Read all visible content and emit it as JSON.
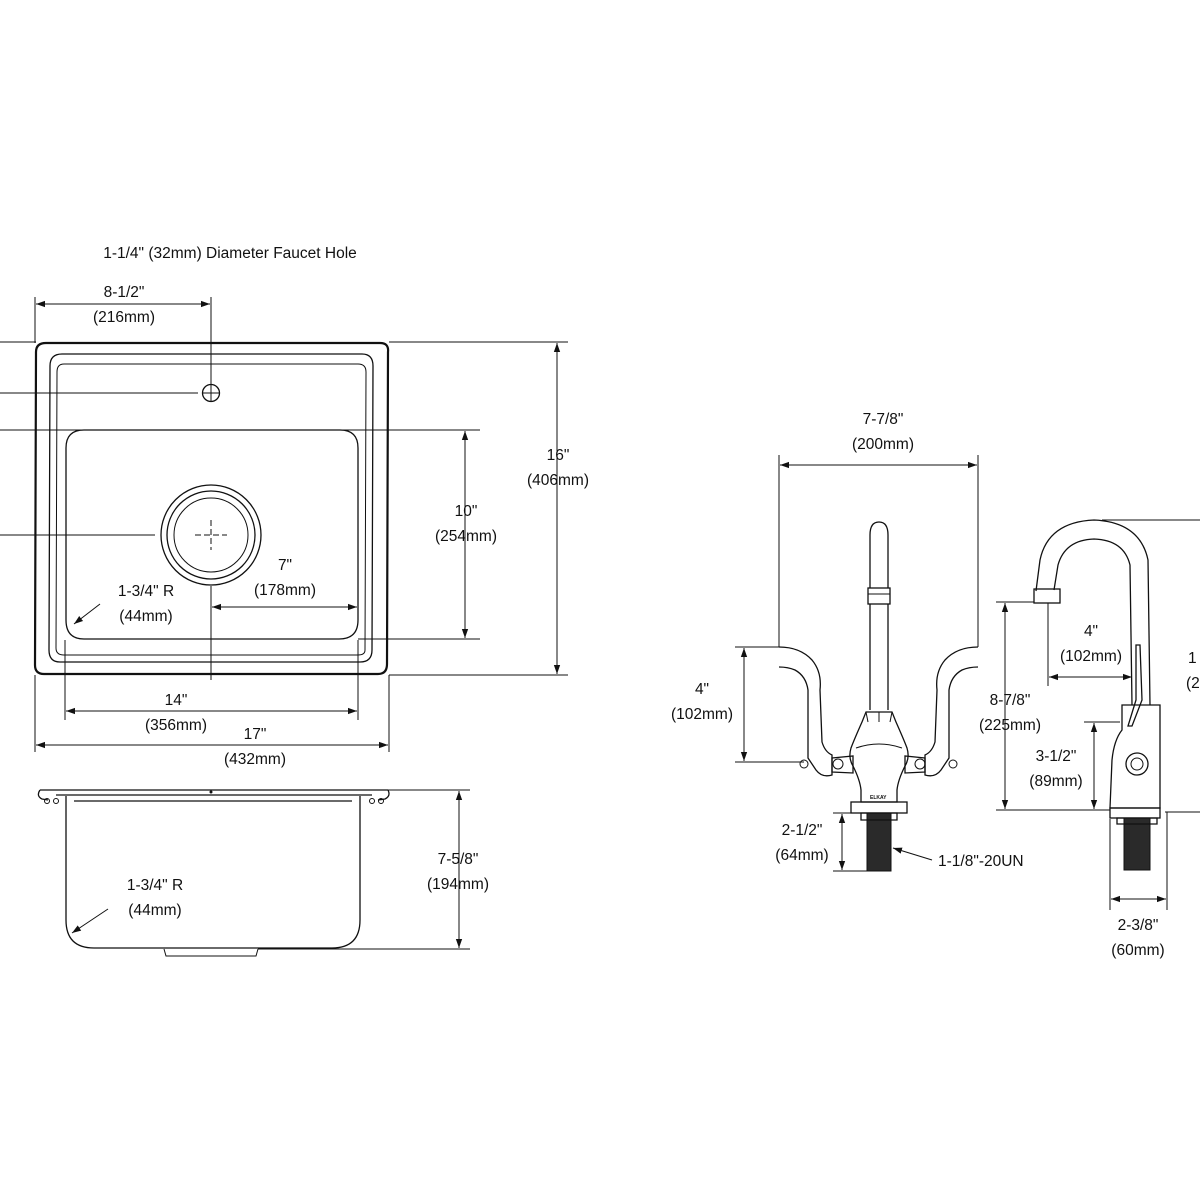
{
  "labels": {
    "faucet_hole": "1-1/4\" (32mm) Diameter Faucet Hole",
    "hole_offset": "8-1/2\"",
    "hole_offset_mm": "(216mm)",
    "overall_depth": "16\"",
    "overall_depth_mm": "(406mm)",
    "bowl_depth": "10\"",
    "bowl_depth_mm": "(254mm)",
    "drain_offset": "7\"",
    "drain_offset_mm": "(178mm)",
    "corner_radius_top": "1-3/4\" R",
    "corner_radius_top_mm": "(44mm)",
    "bowl_width": "14\"",
    "bowl_width_mm": "(356mm)",
    "overall_width": "17\"",
    "overall_width_mm": "(432mm)",
    "bowl_height": "7-5/8\"",
    "bowl_height_mm": "(194mm)",
    "corner_radius_side": "1-3/4\" R",
    "corner_radius_side_mm": "(44mm)",
    "handle_spread": "7-7/8\"",
    "handle_spread_mm": "(200mm)",
    "handle_height": "4\"",
    "handle_height_mm": "(102mm)",
    "shank_length": "2-1/2\"",
    "shank_length_mm": "(64mm)",
    "thread": "1-1/8\"-20UN",
    "spout_height": "8-7/8\"",
    "spout_height_mm": "(225mm)",
    "spout_reach": "4\"",
    "spout_reach_mm": "(102mm)",
    "body_height": "3-1/2\"",
    "body_height_mm": "(89mm)",
    "base_width": "2-3/8\"",
    "base_width_mm": "(60mm)",
    "overall_height_partial": "1",
    "overall_height_partial_mm": "(2",
    "brand_mark": "ELKAY"
  }
}
